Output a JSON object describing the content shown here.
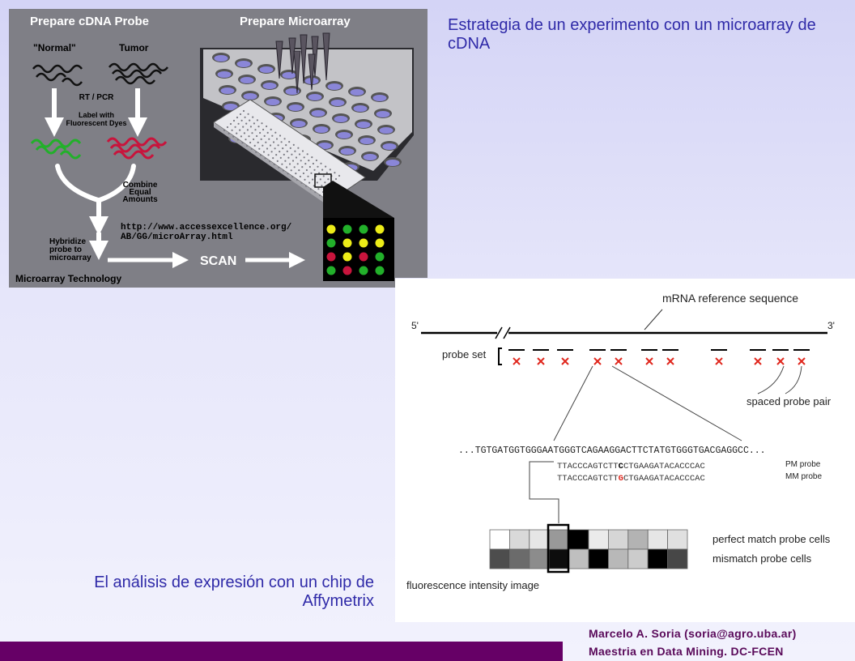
{
  "slide": {
    "title_top": "Estrategia de un experimento con un microarray de cDNA",
    "title_bottom": "El análisis de expresión con un chip de Affymetrix",
    "footer": {
      "line1": "Marcelo A. Soria (soria@agro.uba.ar)",
      "line2": "Maestria en Data Mining. DC-FCEN"
    }
  },
  "microarray_figure": {
    "heading_left": "Prepare cDNA Probe",
    "heading_right": "Prepare Microarray",
    "normal_label": "\"Normal\"",
    "tumor_label": "Tumor",
    "rt_pcr": "RT / PCR",
    "label_dyes": [
      "Label with",
      "Fluorescent Dyes"
    ],
    "combine": [
      "Combine",
      "Equal",
      "Amounts"
    ],
    "hybridize": [
      "Hybridize",
      "probe to",
      "microarray"
    ],
    "url": [
      "http://www.accessexcellence.org/",
      "AB/GG/microArray.html"
    ],
    "scan": "SCAN",
    "footer": "Microarray Technology",
    "colors": {
      "normal_dye": "#22b02a",
      "tumor_dye": "#c8143c",
      "spot_yellow": "#ecec18",
      "background": "#7f7f86"
    },
    "spot_grid": [
      [
        "yellow",
        "green",
        "green",
        "yellow"
      ],
      [
        "green",
        "yellow",
        "yellow",
        "yellow"
      ],
      [
        "red",
        "yellow",
        "red",
        "green"
      ],
      [
        "green",
        "red",
        "green",
        "green"
      ]
    ]
  },
  "affy_figure": {
    "mrna_label": "mRNA reference sequence",
    "five_prime": "5'",
    "three_prime": "3'",
    "probe_set_label": "probe set",
    "spaced_pair_label": "spaced probe pair",
    "sequence": "...TGTGATGGTGGGAATGGGTCAGAAGGACTTCTATGTGGGTGACGAGGCC...",
    "pm": {
      "left": "TTACCCAGTCTT",
      "base": "C",
      "right": "CTGAAGATACACCCAC",
      "label": "PM probe"
    },
    "mm": {
      "left": "TTACCCAGTCTT",
      "base": "G",
      "right": "CTGAAGATACACCCAC",
      "label": "MM probe"
    },
    "pm_cells_label": "perfect match probe cells",
    "mm_cells_label": "mismatch probe cells",
    "fluorescence_label": "fluorescence intensity image",
    "pm_intensity": [
      1.0,
      0.85,
      0.9,
      0.6,
      0.0,
      0.92,
      0.84,
      0.7,
      0.9,
      0.88
    ],
    "mm_intensity": [
      0.3,
      0.42,
      0.55,
      0.05,
      0.75,
      0.0,
      0.72,
      0.8,
      0.0,
      0.28
    ]
  }
}
